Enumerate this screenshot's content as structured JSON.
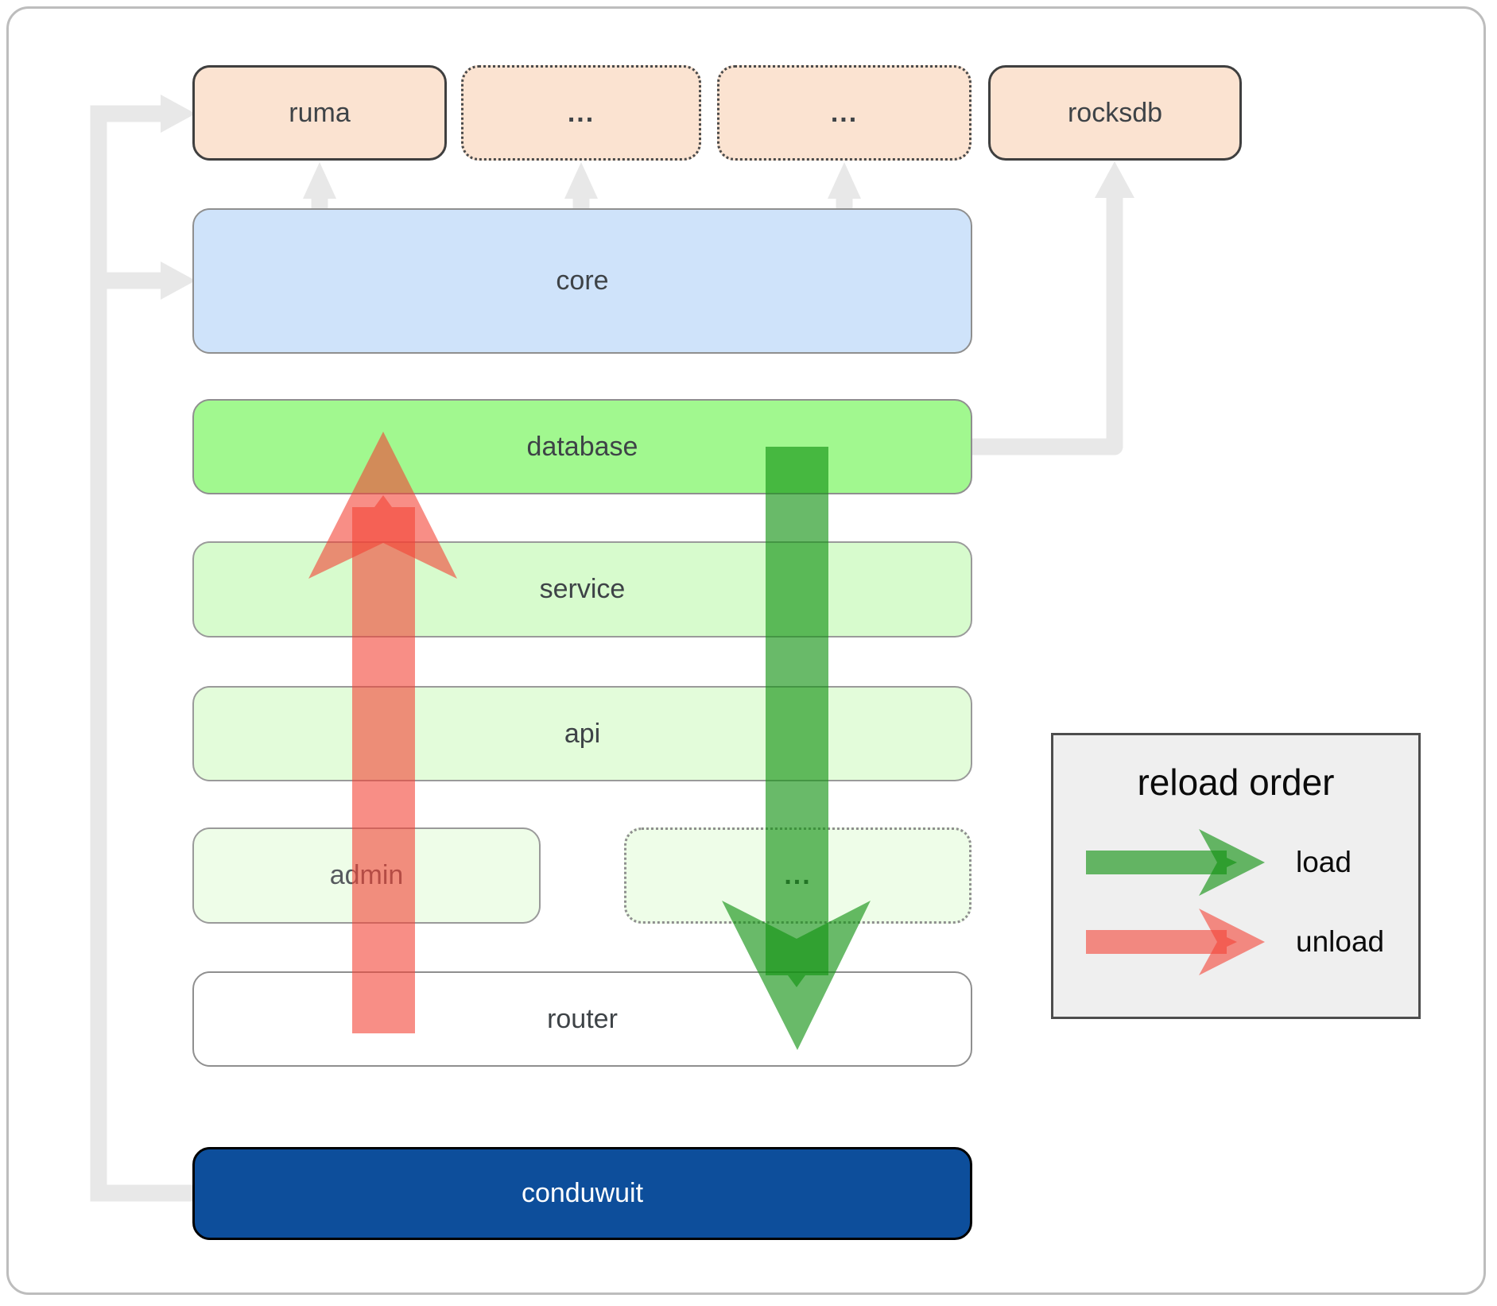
{
  "nodes": {
    "ruma": "ruma",
    "dots_top_1": "...",
    "dots_top_2": "...",
    "rocksdb": "rocksdb",
    "core": "core",
    "database": "database",
    "service": "service",
    "api": "api",
    "admin": "admin",
    "dots_bottom": "...",
    "router": "router",
    "conduwuit": "conduwuit"
  },
  "legend": {
    "title": "reload order",
    "items": [
      {
        "label": "load",
        "color": "#119111"
      },
      {
        "label": "unload",
        "color": "#f44336"
      }
    ]
  },
  "colors": {
    "load_arrow_green": "#119111",
    "unload_arrow_red": "#f44336",
    "module_peach": "#fbe3d1",
    "core_blue": "#cfe3fa",
    "database_green": "#a1f88f",
    "service_green": "#d7fbcd",
    "api_green": "#e3fcda",
    "admin_green": "#eefde8",
    "conduwuit_blue": "#0d4e9b",
    "connector_gray": "#e8e8e8"
  }
}
